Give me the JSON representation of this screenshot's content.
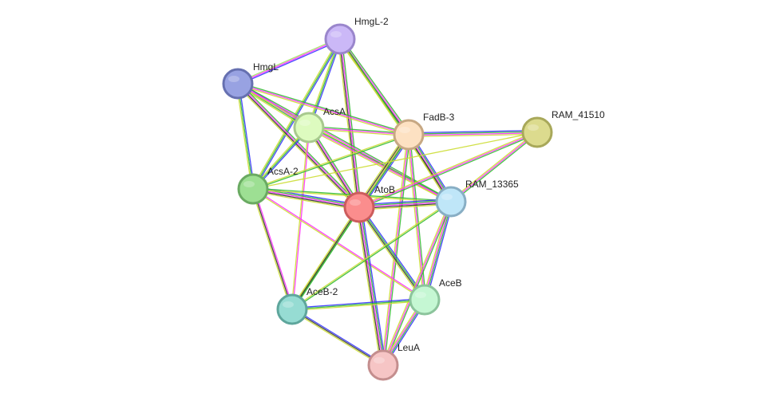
{
  "network": {
    "nodes": [
      {
        "id": "HmgL-2",
        "label": "HmgL-2",
        "fill": "#cbb8f7",
        "stroke": "#9a86cc"
      },
      {
        "id": "HmgL",
        "label": "HmgL",
        "fill": "#98a2e2",
        "stroke": "#6670b0"
      },
      {
        "id": "AcsA",
        "label": "AcsA",
        "fill": "#ddfbbf",
        "stroke": "#a8c98e"
      },
      {
        "id": "FadB-3",
        "label": "FadB-3",
        "fill": "#fde1c2",
        "stroke": "#c7a883"
      },
      {
        "id": "RAM_41510",
        "label": "RAM_41510",
        "fill": "#dcdb8e",
        "stroke": "#a8a85a"
      },
      {
        "id": "AcsA-2",
        "label": "AcsA-2",
        "fill": "#9ddf93",
        "stroke": "#6aaa62"
      },
      {
        "id": "AtoB",
        "label": "AtoB",
        "fill": "#fb8d8d",
        "stroke": "#cc5c5c"
      },
      {
        "id": "RAM_13365",
        "label": "RAM_13365",
        "fill": "#bfe6f8",
        "stroke": "#88aec4"
      },
      {
        "id": "AceB-2",
        "label": "AceB-2",
        "fill": "#96dcd3",
        "stroke": "#5ea69c"
      },
      {
        "id": "AceB",
        "label": "AceB",
        "fill": "#c5f7d3",
        "stroke": "#8cc49c"
      },
      {
        "id": "LeuA",
        "label": "LeuA",
        "fill": "#f6c5c5",
        "stroke": "#c48e8e"
      }
    ],
    "edges": [
      {
        "source": "HmgL-2",
        "target": "HmgL",
        "colors": [
          "#3333ff",
          "#ff33ff",
          "#a0e060"
        ]
      },
      {
        "source": "HmgL-2",
        "target": "AcsA",
        "colors": [
          "#3333ff",
          "#33bb33",
          "#ccdd33"
        ]
      },
      {
        "source": "HmgL-2",
        "target": "AcsA-2",
        "colors": [
          "#3333ff",
          "#33bb33",
          "#ccdd33"
        ]
      },
      {
        "source": "HmgL-2",
        "target": "FadB-3",
        "colors": [
          "#33bb33",
          "#ff33ff",
          "#333333",
          "#ccdd33"
        ]
      },
      {
        "source": "HmgL-2",
        "target": "AtoB",
        "colors": [
          "#33bb33",
          "#ff33ff",
          "#333333",
          "#ccdd33"
        ]
      },
      {
        "source": "HmgL-2",
        "target": "RAM_13365",
        "colors": [
          "#33bb33",
          "#ccdd33"
        ]
      },
      {
        "source": "HmgL",
        "target": "AcsA",
        "colors": [
          "#3333ff",
          "#ff33ff",
          "#33bb33",
          "#ccdd33"
        ]
      },
      {
        "source": "HmgL",
        "target": "FadB-3",
        "colors": [
          "#33bb33",
          "#ff33ff",
          "#ccdd33"
        ]
      },
      {
        "source": "HmgL",
        "target": "AcsA-2",
        "colors": [
          "#3333ff",
          "#33bb33",
          "#ccdd33"
        ]
      },
      {
        "source": "HmgL",
        "target": "AtoB",
        "colors": [
          "#33bb33",
          "#ff33ff",
          "#333333",
          "#ccdd33"
        ]
      },
      {
        "source": "HmgL",
        "target": "RAM_13365",
        "colors": [
          "#33bb33",
          "#ff33ff",
          "#ccdd33"
        ]
      },
      {
        "source": "AcsA",
        "target": "FadB-3",
        "colors": [
          "#33bb33",
          "#ff33ff",
          "#ccdd33"
        ]
      },
      {
        "source": "AcsA",
        "target": "AcsA-2",
        "colors": [
          "#3333ff",
          "#33bb33",
          "#ccdd33"
        ]
      },
      {
        "source": "AcsA",
        "target": "AtoB",
        "colors": [
          "#33bb33",
          "#ff33ff",
          "#333333",
          "#ccdd33"
        ]
      },
      {
        "source": "AcsA",
        "target": "RAM_13365",
        "colors": [
          "#33bb33",
          "#ff33ff",
          "#ccdd33"
        ]
      },
      {
        "source": "AcsA",
        "target": "AceB-2",
        "colors": [
          "#ff33ff",
          "#ccdd33"
        ]
      },
      {
        "source": "FadB-3",
        "target": "RAM_41510",
        "colors": [
          "#3333ff",
          "#33bb33",
          "#ff33ff",
          "#ccdd33"
        ]
      },
      {
        "source": "FadB-3",
        "target": "AcsA-2",
        "colors": [
          "#33bb33",
          "#ccdd33"
        ]
      },
      {
        "source": "FadB-3",
        "target": "AtoB",
        "colors": [
          "#3333ff",
          "#33bb33",
          "#ff33ff",
          "#333333",
          "#ccdd33"
        ]
      },
      {
        "source": "FadB-3",
        "target": "RAM_13365",
        "colors": [
          "#3333ff",
          "#33bb33",
          "#ff33ff",
          "#333333",
          "#ccdd33"
        ]
      },
      {
        "source": "FadB-3",
        "target": "AceB",
        "colors": [
          "#33bb33",
          "#ff33ff",
          "#ccdd33"
        ]
      },
      {
        "source": "FadB-3",
        "target": "LeuA",
        "colors": [
          "#33bb33",
          "#ff33ff",
          "#ccdd33"
        ]
      },
      {
        "source": "FadB-3",
        "target": "AceB-2",
        "colors": [
          "#33bb33",
          "#ccdd33"
        ]
      },
      {
        "source": "RAM_41510",
        "target": "AtoB",
        "colors": [
          "#33bb33",
          "#ff33ff",
          "#ccdd33"
        ]
      },
      {
        "source": "RAM_41510",
        "target": "RAM_13365",
        "colors": [
          "#33bb33",
          "#ff33ff",
          "#ccdd33"
        ]
      },
      {
        "source": "RAM_41510",
        "target": "AcsA-2",
        "colors": [
          "#ccdd33"
        ]
      },
      {
        "source": "AcsA-2",
        "target": "AtoB",
        "colors": [
          "#3333ff",
          "#33bb33",
          "#ff33ff",
          "#333333",
          "#ccdd33"
        ]
      },
      {
        "source": "AcsA-2",
        "target": "RAM_13365",
        "colors": [
          "#33bb33",
          "#ccdd33"
        ]
      },
      {
        "source": "AcsA-2",
        "target": "AceB-2",
        "colors": [
          "#ff33ff",
          "#333333",
          "#ccdd33"
        ]
      },
      {
        "source": "AcsA-2",
        "target": "AceB",
        "colors": [
          "#ff33ff",
          "#ccdd33"
        ]
      },
      {
        "source": "AtoB",
        "target": "RAM_13365",
        "colors": [
          "#3333ff",
          "#33bb33",
          "#ff33ff",
          "#333333",
          "#ccdd33"
        ]
      },
      {
        "source": "AtoB",
        "target": "AceB-2",
        "colors": [
          "#33bb33",
          "#333333",
          "#ccdd33"
        ]
      },
      {
        "source": "AtoB",
        "target": "AceB",
        "colors": [
          "#3333ff",
          "#33bb33",
          "#333333",
          "#ccdd33"
        ]
      },
      {
        "source": "AtoB",
        "target": "LeuA",
        "colors": [
          "#3333ff",
          "#33bb33",
          "#ff33ff",
          "#333333",
          "#ccdd33"
        ]
      },
      {
        "source": "RAM_13365",
        "target": "AceB",
        "colors": [
          "#3333ff",
          "#33bb33",
          "#ff33ff",
          "#ccdd33"
        ]
      },
      {
        "source": "RAM_13365",
        "target": "LeuA",
        "colors": [
          "#33bb33",
          "#ff33ff",
          "#ccdd33"
        ]
      },
      {
        "source": "RAM_13365",
        "target": "AceB-2",
        "colors": [
          "#33bb33",
          "#ccdd33"
        ]
      },
      {
        "source": "AceB-2",
        "target": "AceB",
        "colors": [
          "#3333ff",
          "#33bb33",
          "#ccdd33"
        ]
      },
      {
        "source": "AceB-2",
        "target": "LeuA",
        "colors": [
          "#3333ff",
          "#333333",
          "#ccdd33"
        ]
      },
      {
        "source": "AceB",
        "target": "LeuA",
        "colors": [
          "#3333ff",
          "#33bb33",
          "#ff33ff",
          "#ccdd33"
        ]
      }
    ]
  }
}
